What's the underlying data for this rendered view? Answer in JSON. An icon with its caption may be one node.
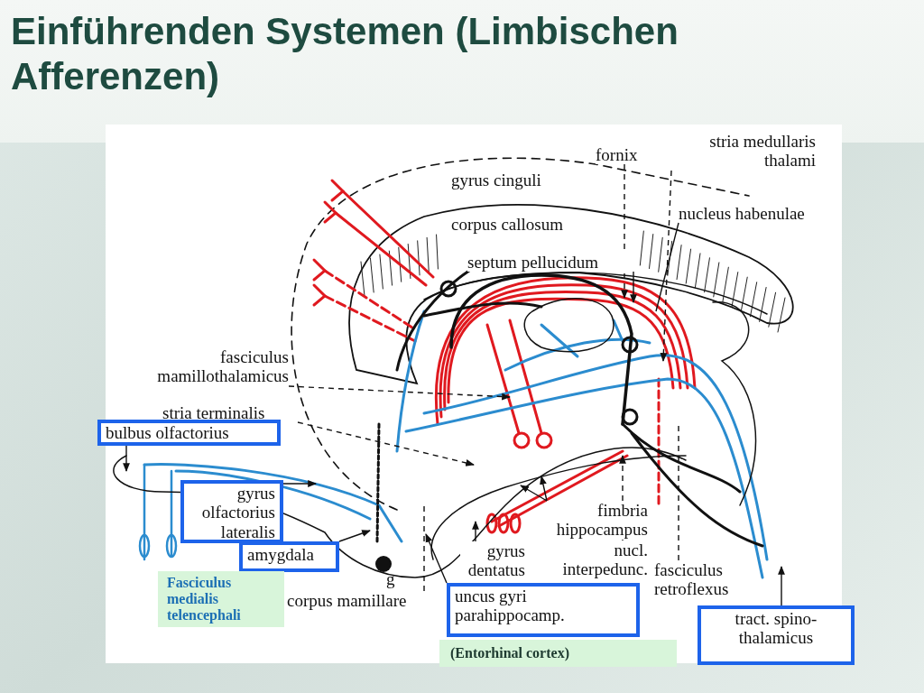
{
  "diagram": {
    "title": "Einführenden Systemen (Limbischen Afferenzen)",
    "nodes": [
      {
        "text": [
          "gyrus cinguli"
        ]
      },
      {
        "text": [
          "fornix"
        ]
      },
      {
        "text": [
          "stria medullaris thalami"
        ]
      },
      {
        "text": [
          "corpus callosum"
        ]
      },
      {
        "text": [
          "nucleus habenulae"
        ]
      },
      {
        "text": [
          "septum pellucidum"
        ]
      },
      {
        "text": [
          "fasciculus mamillothalamicus"
        ]
      },
      {
        "text": [
          "stria terminalis"
        ]
      },
      {
        "text": [
          "bulbus olfactorius"
        ]
      },
      {
        "text": [
          "gyrus olfactorius lateralis"
        ]
      },
      {
        "text": [
          "amygdala"
        ]
      },
      {
        "text": [
          "Fasciculus medialis telencephali"
        ]
      },
      {
        "text": [
          "corpus mamillare"
        ]
      },
      {
        "text": [
          "gyrus dentatus"
        ]
      },
      {
        "text": [
          "fimbria hippocampus"
        ]
      },
      {
        "text": [
          "nucl. interpedunc."
        ]
      },
      {
        "text": [
          "uncus gyri parahippocamp."
        ]
      },
      {
        "text": [
          "fasciculus retroflexus"
        ]
      },
      {
        "text": [
          "tract. spino-thalamicus"
        ]
      },
      {
        "text": [
          "(Entorhinal cortex)"
        ]
      }
    ],
    "edges": [
      {
        "from": 1,
        "to": null,
        "arrow": "to",
        "style": "dashed"
      },
      {
        "from": 2,
        "to": null,
        "arrow": "to",
        "style": "dashed"
      },
      {
        "from": 4,
        "to": null,
        "arrow": "none"
      },
      {
        "from": 5,
        "to": null,
        "arrow": "to"
      },
      {
        "from": 6,
        "to": null,
        "arrow": "to",
        "style": "dashed"
      },
      {
        "from": 7,
        "to": null,
        "arrow": "to",
        "style": "dashed"
      },
      {
        "from": 8,
        "to": null,
        "arrow": "to"
      },
      {
        "from": 9,
        "to": null,
        "arrow": "to"
      },
      {
        "from": 10,
        "to": null,
        "arrow": "to"
      },
      {
        "from": 12,
        "to": null,
        "arrow": "none",
        "style": "dashed"
      },
      {
        "from": 13,
        "to": null,
        "arrow": "to"
      },
      {
        "from": 16,
        "to": null,
        "arrow": "to"
      },
      {
        "from": 14,
        "to": null,
        "arrow": "to"
      },
      {
        "from": 14,
        "to": null,
        "arrow": "to"
      },
      {
        "from": 15,
        "to": null,
        "arrow": "to",
        "style": "dashed"
      },
      {
        "from": 17,
        "to": null,
        "arrow": "none",
        "style": "dashed"
      },
      {
        "from": 18,
        "to": null,
        "arrow": "to"
      }
    ],
    "labels": [
      "g"
    ]
  }
}
